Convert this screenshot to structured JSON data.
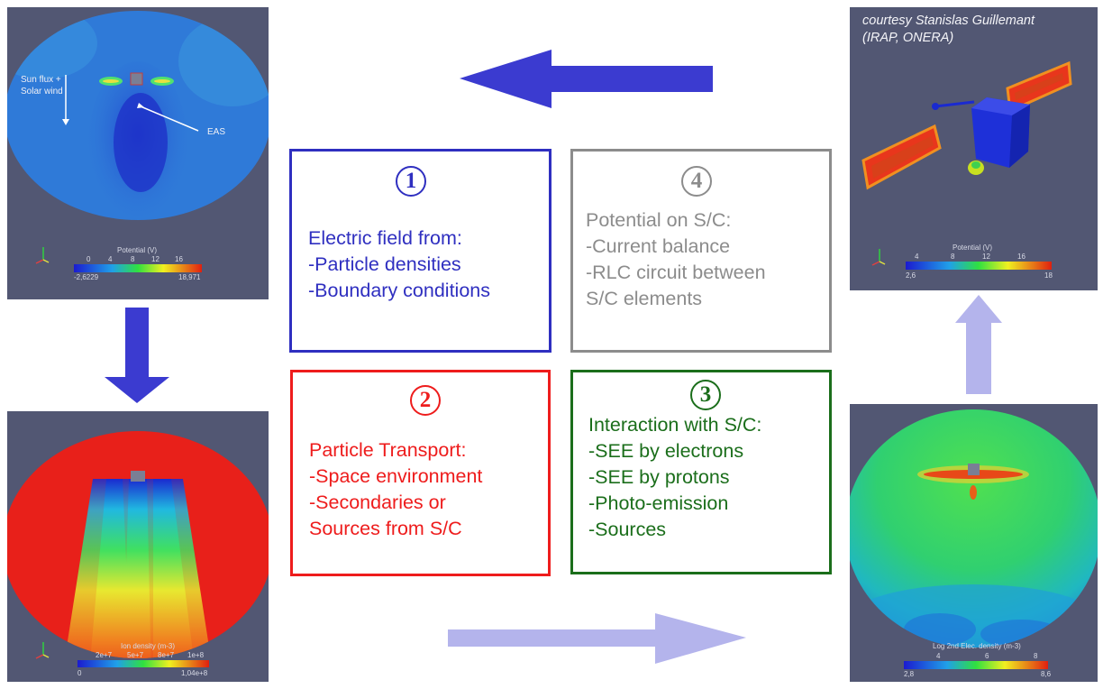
{
  "colors": {
    "step1": "#2f2fc0",
    "step2": "#ee1c1c",
    "step3": "#1b6e1b",
    "step4": "#8c8c8c",
    "dark_arrow": "#3b3bd0",
    "light_arrow": "#b4b4ec",
    "panel_bg": "#525773"
  },
  "boxes": [
    {
      "number": "1",
      "lines": [
        "Electric field from:",
        "-Particle densities",
        "-Boundary conditions"
      ]
    },
    {
      "number": "2",
      "lines": [
        "Particle Transport:",
        "-Space environment",
        "-Secondaries or",
        "Sources from S/C"
      ]
    },
    {
      "number": "3",
      "lines": [
        "Interaction with S/C:",
        "-SEE by electrons",
        "-SEE by protons",
        "-Photo-emission",
        "-Sources"
      ]
    },
    {
      "number": "4",
      "lines": [
        "Potential on S/C:",
        "-Current balance",
        "-RLC circuit between",
        "S/C elements"
      ]
    }
  ],
  "panels": {
    "top_left": {
      "sun_label_1": "Sun flux +",
      "sun_label_2": "Solar wind",
      "eas_label": "EAS",
      "scale_title": "Potential (V)",
      "ticks": [
        "0",
        "4",
        "8",
        "12",
        "16"
      ],
      "min": "-2,6229",
      "max": "18,971"
    },
    "bottom_left": {
      "scale_title": "Ion density (m-3)",
      "ticks": [
        "2e+7",
        "5e+7",
        "8e+7",
        "1e+8"
      ],
      "min": "0",
      "max": "1,04e+8"
    },
    "top_right": {
      "credit_1": "courtesy Stanislas Guillemant",
      "credit_2": "(IRAP, ONERA)",
      "scale_title": "Potential (V)",
      "ticks": [
        "4",
        "8",
        "12",
        "16"
      ],
      "min": "2,6",
      "max": "18"
    },
    "bottom_right": {
      "scale_title": "Log 2nd Elec. density (m-3)",
      "ticks": [
        "4",
        "6",
        "8"
      ],
      "min": "2,8",
      "max": "8,6"
    }
  }
}
